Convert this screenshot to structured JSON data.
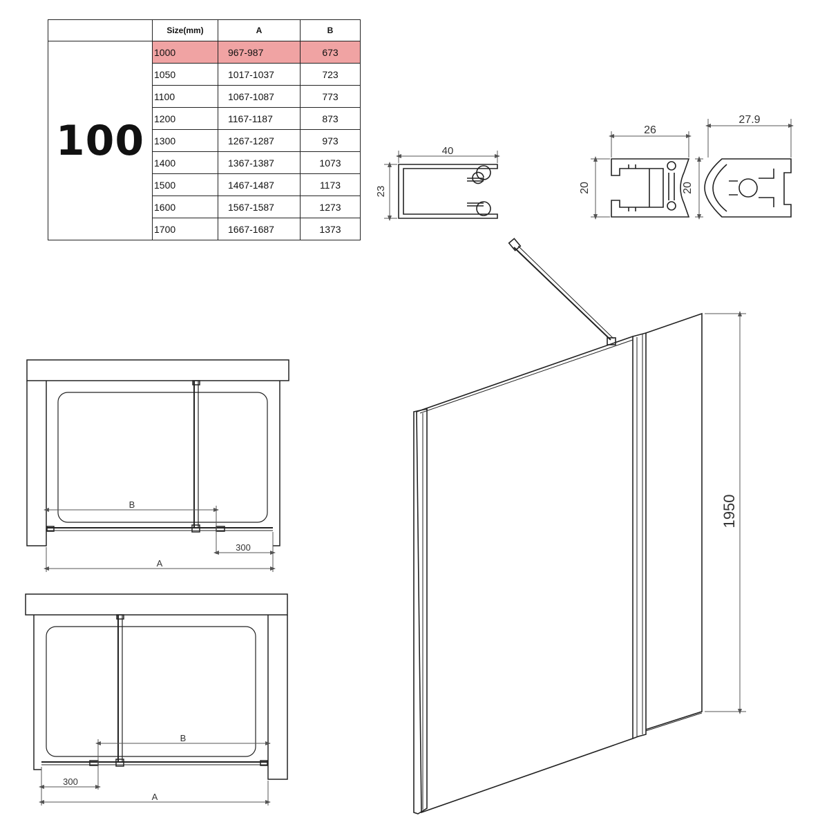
{
  "table": {
    "headers": [
      "",
      "Size(mm)",
      "A",
      "B"
    ],
    "series": "100",
    "rows": [
      {
        "size": "1000",
        "a": "967-987",
        "b": "673"
      },
      {
        "size": "1050",
        "a": "1017-1037",
        "b": "723"
      },
      {
        "size": "1100",
        "a": "1067-1087",
        "b": "773"
      },
      {
        "size": "1200",
        "a": "1167-1187",
        "b": "873"
      },
      {
        "size": "1300",
        "a": "1267-1287",
        "b": "973"
      },
      {
        "size": "1400",
        "a": "1367-1387",
        "b": "1073"
      },
      {
        "size": "1500",
        "a": "1467-1487",
        "b": "1173"
      },
      {
        "size": "1600",
        "a": "1567-1587",
        "b": "1273"
      },
      {
        "size": "1700",
        "a": "1667-1687",
        "b": "1373"
      }
    ],
    "highlight_row": 0,
    "highlight_color": "#f0a3a3"
  },
  "profiles": {
    "channel_width": "40",
    "channel_height": "23",
    "bracket_width": "26",
    "bracket_height": "20",
    "clamp_width": "27.9",
    "clamp_height": "20"
  },
  "plans": {
    "top": {
      "label_b": "B",
      "label_300": "300",
      "label_a": "A"
    },
    "bottom": {
      "label_b": "B",
      "label_300": "300",
      "label_a": "A"
    }
  },
  "elevation": {
    "height": "1950"
  },
  "colors": {
    "line": "#222222",
    "dim_line": "#555555"
  }
}
